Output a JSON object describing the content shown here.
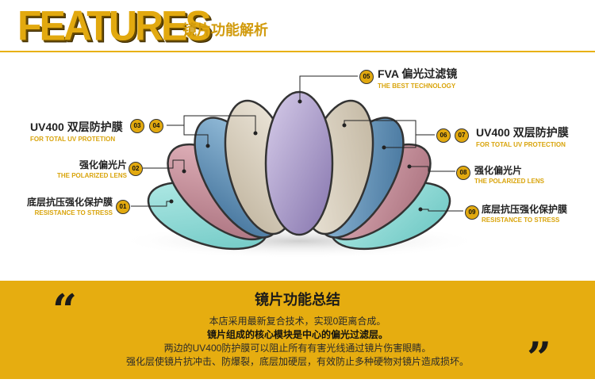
{
  "header": {
    "features_word": "FEATURES",
    "subtitle": "镜片功能解析"
  },
  "labels": {
    "l05": {
      "num": "05",
      "zh": "FVA 偏光过滤镜",
      "en": "THE BEST TECHNOLOGY"
    },
    "l0304": {
      "num_a": "03",
      "num_b": "04",
      "zh": "UV400 双层防护膜",
      "en": "FOR TOTAL UV PROTETION"
    },
    "l02": {
      "num": "02",
      "zh": "强化偏光片",
      "en": "THE POLARIZED LENS"
    },
    "l01": {
      "num": "01",
      "zh": "底层抗压强化保护膜",
      "en": "RESISTANCE TO STRESS"
    },
    "l0607": {
      "num_a": "06",
      "num_b": "07",
      "zh": "UV400 双层防护膜",
      "en": "FOR TOTAL UV PROTECTION"
    },
    "l08": {
      "num": "08",
      "zh": "强化偏光片",
      "en": "THE POLARIZED LENS"
    },
    "l09": {
      "num": "09",
      "zh": "底层抗压强化保护膜",
      "en": "RESISTANCE TO STRESS"
    }
  },
  "summary": {
    "open_quote": "“",
    "close_quote": "”",
    "title": "镜片功能总结",
    "line1": "本店采用最新复合技术，实现0距离合成。",
    "line2": "镜片组成的核心模块是中心的偏光过滤层。",
    "line3": "两边的UV400防护膜可以阻止所有有害光线通过镜片伤害眼睛。",
    "line4": "强化层使镜片抗冲击、防爆裂，底层加硬层，有效防止多种硬物对镜片造成损坏。"
  },
  "colors": {
    "accent": "#e2a90f",
    "lens_cyan": "#8ed6d3",
    "lens_pink": "#c9909c",
    "lens_blue": "#5b8fb8",
    "lens_beige": "#d8cfbf",
    "lens_lavender": "#a596c4"
  }
}
